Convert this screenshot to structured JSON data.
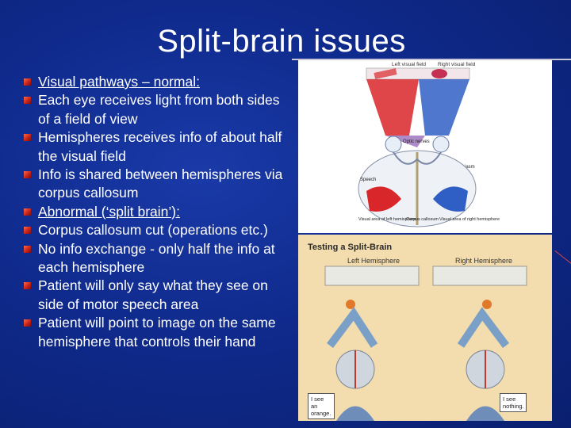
{
  "slide": {
    "title": "Split-brain issues",
    "bullets": [
      {
        "text": "Visual pathways – normal:",
        "underline": true
      },
      {
        "text": "Each eye receives light from both sides of a field of view",
        "underline": false
      },
      {
        "text": "Hemispheres receives info of about half the visual field",
        "underline": false
      },
      {
        "text": "Info is shared between hemispheres via corpus callosum",
        "underline": false
      },
      {
        "text": "Abnormal (‘split brain’):",
        "underline": true
      },
      {
        "text": "Corpus callosum cut (operations etc.)",
        "underline": false
      },
      {
        "text": "No info exchange - only half the info at each hemisphere",
        "underline": false
      },
      {
        "text": "Patient will only say what they see on side of motor speech area",
        "underline": false
      },
      {
        "text": "Patient will point to image on the same hemisphere that controls their hand",
        "underline": false
      }
    ]
  },
  "figure_top": {
    "labels": {
      "left_field": "Left visual field",
      "right_field": "Right visual field",
      "optic_nerves": "Optic nerves",
      "optic_chiasm": "Optic chiasm",
      "speech": "Speech",
      "visual_area_left": "Visual area of left hemisphere",
      "corpus_callosum": "Corpus callosum",
      "visual_area_right": "Visual area of right hemisphere"
    },
    "colors": {
      "left": "#d8262a",
      "right": "#2f5fc4"
    }
  },
  "figure_bottom": {
    "caption": "Testing a Split-Brain",
    "left_hemisphere": "Left Hemisphere",
    "right_hemisphere": "Right Hemisphere",
    "bubble_left": "I see an orange.",
    "bubble_right": "I see nothing."
  }
}
